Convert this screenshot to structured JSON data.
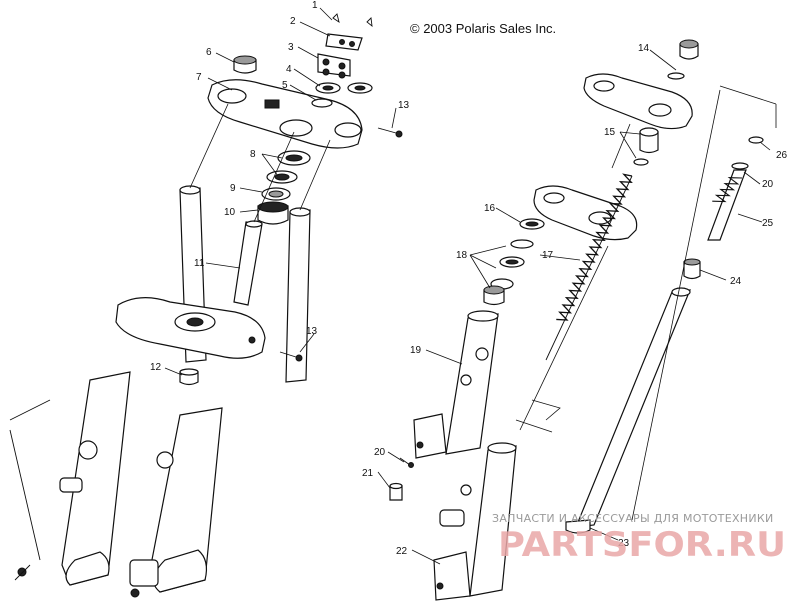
{
  "copyright": "© 2003 Polaris Sales Inc.",
  "watermark": {
    "caption": "ЗАПЧАСТИ И АКСЕССУАРЫ ДЛЯ МОТОТЕХНИКИ",
    "logo_text": "PARTSFOR.RU"
  },
  "callouts": {
    "c1": "1",
    "c2": "2",
    "c3": "3",
    "c4": "4",
    "c5": "5",
    "c6": "6",
    "c7": "7",
    "c8": "8",
    "c9": "9",
    "c10": "10",
    "c11": "11",
    "c12": "12",
    "c13a": "13",
    "c13b": "13",
    "c14": "14",
    "c15": "15",
    "c16": "16",
    "c17": "17",
    "c18": "18",
    "c19": "19",
    "c20a": "20",
    "c20b": "20",
    "c21": "21",
    "c22": "22",
    "c23": "23",
    "c24": "24",
    "c25": "25",
    "c26": "26"
  }
}
